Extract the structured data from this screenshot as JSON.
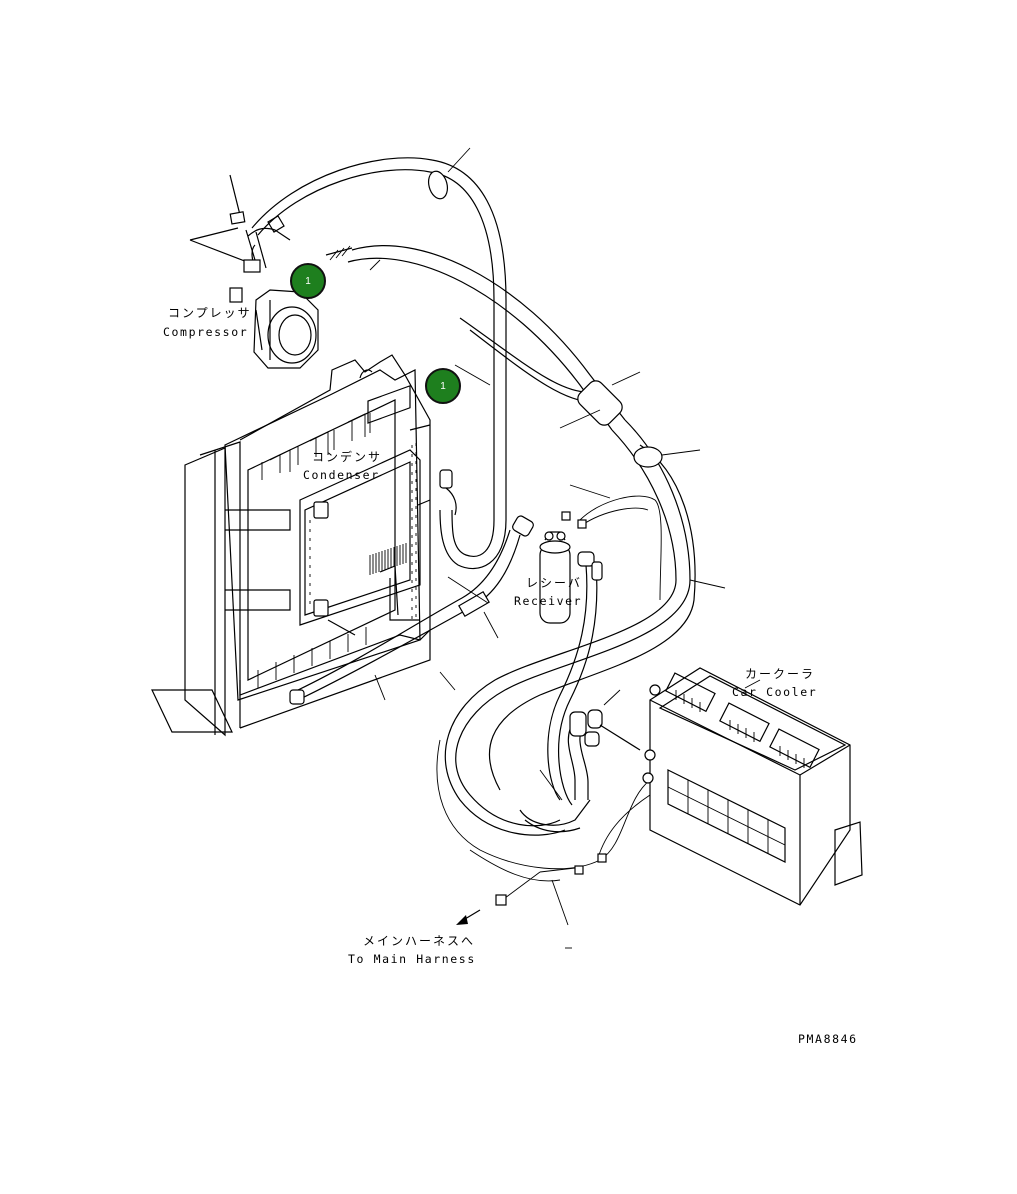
{
  "labels": {
    "compressor_jp": "コンプレッサ",
    "compressor_en": "Compressor",
    "condenser_jp": "コンデンサ",
    "condenser_en": "Condenser",
    "receiver_jp": "レシーバ",
    "receiver_en": "Receiver",
    "car_cooler_jp": "カークーラ",
    "car_cooler_en": "Car Cooler",
    "main_harness_jp": "メインハーネスへ",
    "main_harness_en": "To Main Harness",
    "drawing_number": "PMA8846"
  },
  "callouts": [
    {
      "number": "1",
      "color": "#1e7f1e"
    },
    {
      "number": "1",
      "color": "#1e7f1e"
    }
  ]
}
